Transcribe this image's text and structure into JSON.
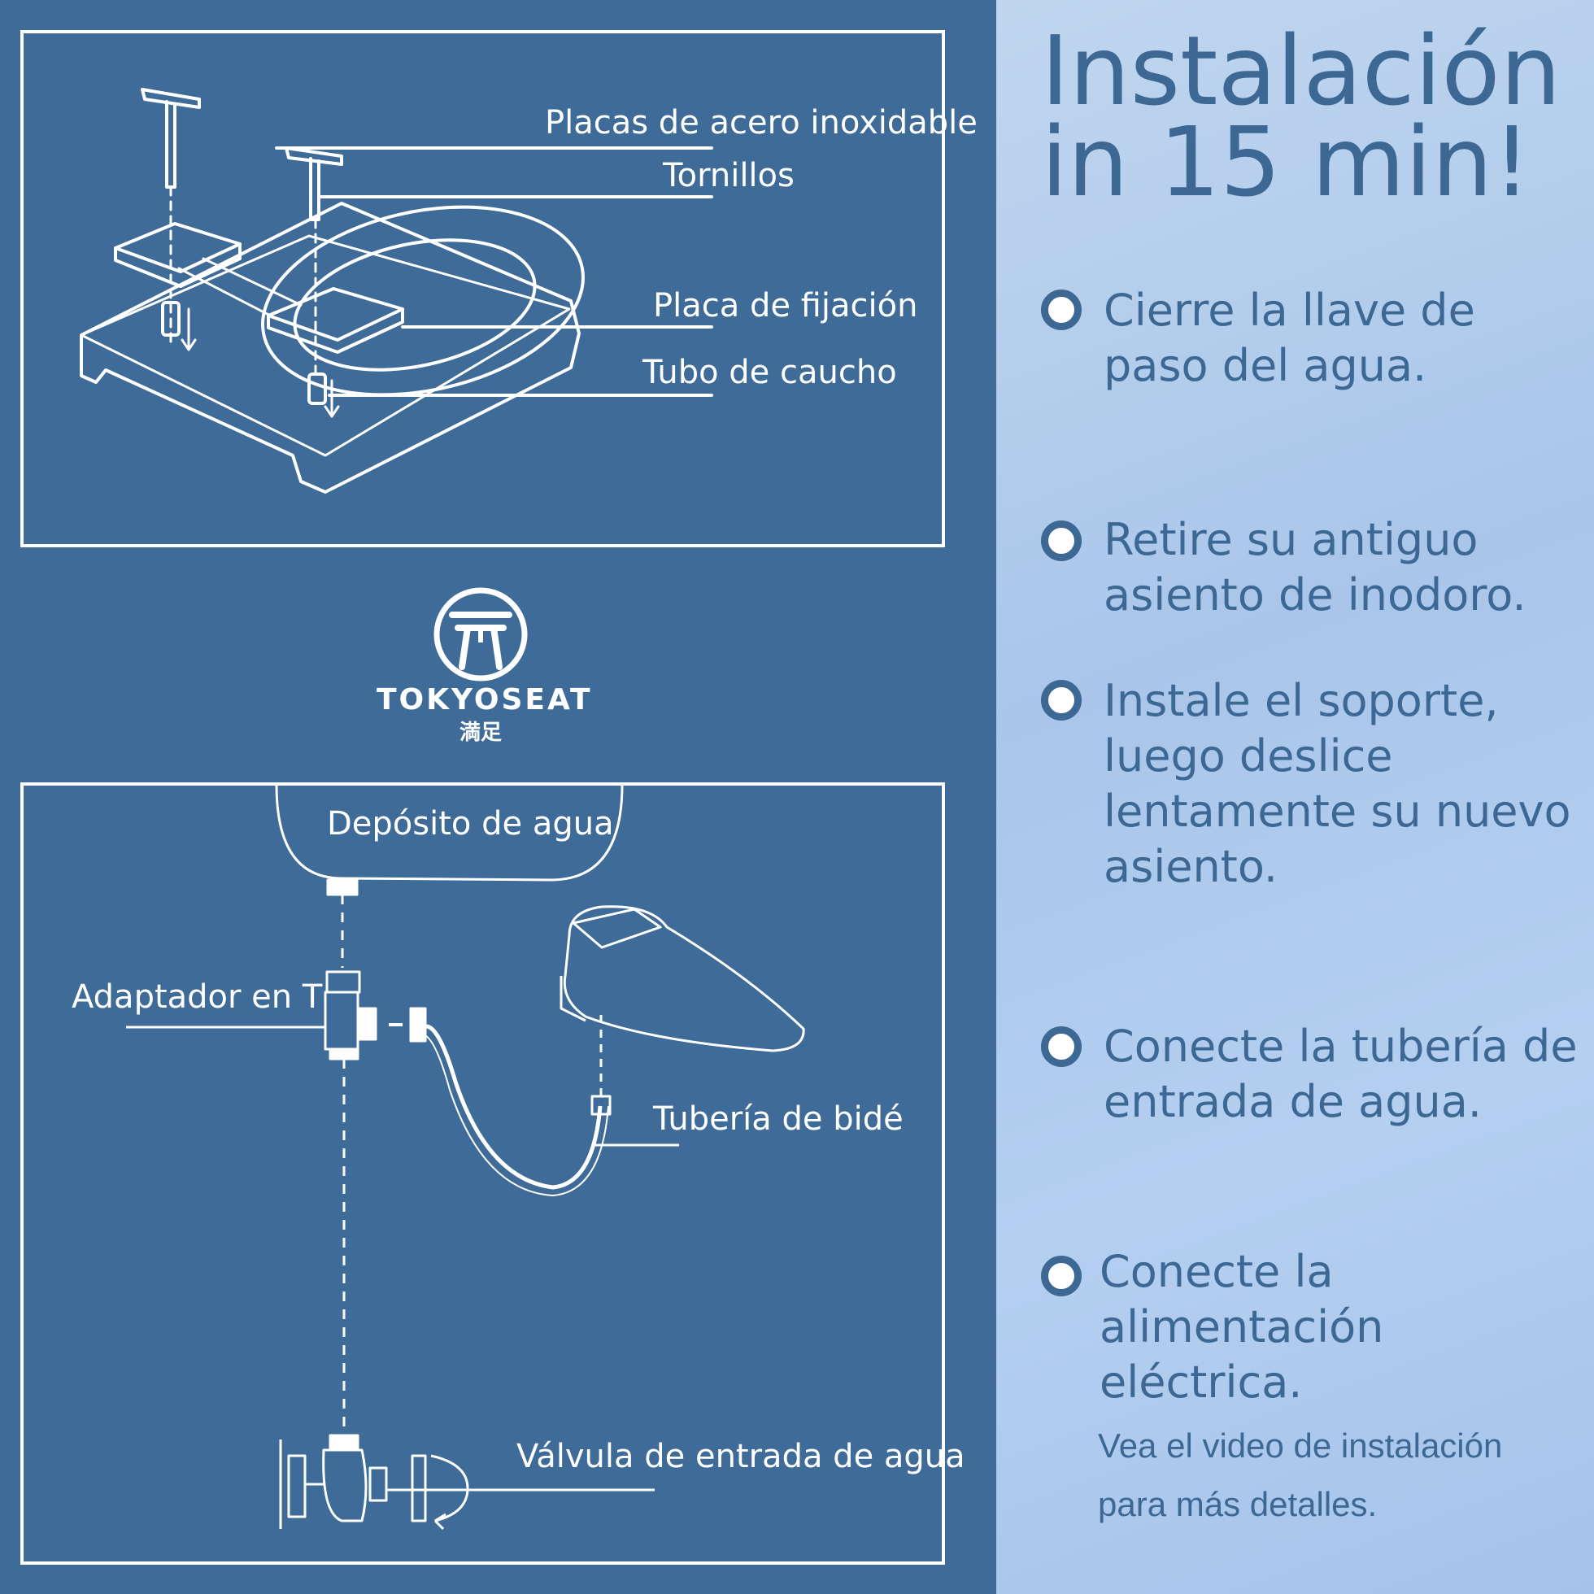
{
  "diagram_top": {
    "labels": {
      "plates": "Placas de acero inoxidable",
      "screws": "Tornillos",
      "mount": "Placa de fijación",
      "tube": "Tubo de caucho"
    }
  },
  "brand": {
    "name": "TOKYOSEAT",
    "subtitle": "満足"
  },
  "diagram_bottom": {
    "labels": {
      "tank": "Depósito de agua",
      "tee": "Adaptador en T",
      "hose": "Tubería de bidé",
      "valve": "Válvula de entrada de agua"
    }
  },
  "heading": {
    "line1": "Instalación",
    "line2": "in 15 min!"
  },
  "steps": [
    {
      "text": "Cierre la llave de\n paso del agua."
    },
    {
      "text": "Retire su antiguo\nasiento de inodoro."
    },
    {
      "text": "Instale el soporte,\nluego deslice\nlentamente su nuevo\nasiento."
    },
    {
      "text": "Conecte la tubería de\n entrada de agua."
    },
    {
      "text": "Conecte la alimentación\neléctrica."
    }
  ],
  "note": "Vea el video de instalación\npara más detalles.",
  "colors": {
    "panel_bg": "#3f6b98",
    "accent": "#3c6893",
    "line": "#ffffff",
    "right_bg": "#b4cff0"
  }
}
